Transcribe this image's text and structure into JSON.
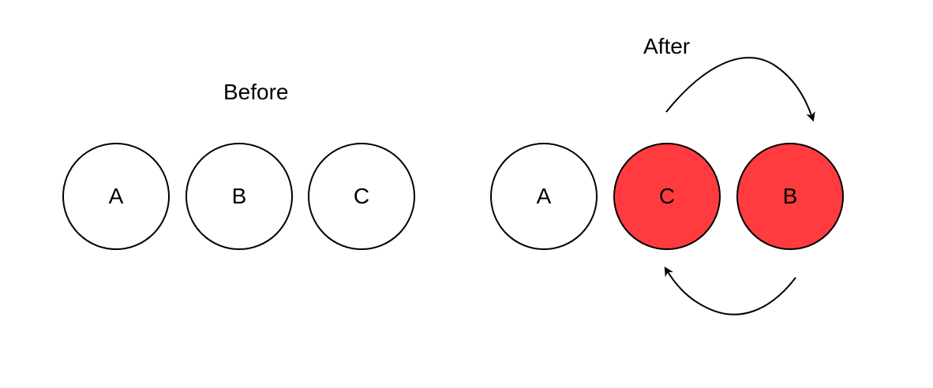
{
  "before": {
    "title": "Before",
    "nodes": [
      {
        "label": "A",
        "highlighted": false
      },
      {
        "label": "B",
        "highlighted": false
      },
      {
        "label": "C",
        "highlighted": false
      }
    ]
  },
  "after": {
    "title": "After",
    "nodes": [
      {
        "label": "A",
        "highlighted": false
      },
      {
        "label": "C",
        "highlighted": true
      },
      {
        "label": "B",
        "highlighted": true
      }
    ],
    "swap_arrows": [
      "top-arrow-right",
      "bottom-arrow-left"
    ]
  },
  "colors": {
    "highlight": "#ff3b3f",
    "outline": "#000000",
    "background": "#ffffff"
  }
}
